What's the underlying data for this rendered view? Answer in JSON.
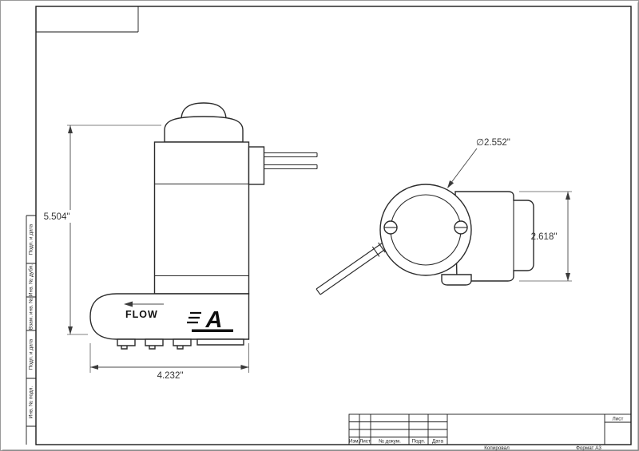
{
  "drawing": {
    "flow_label": "FLOW",
    "brand_letter": "A",
    "dim_height": "5.504\"",
    "dim_width": "4.232\"",
    "dim_diameter": "∅2.552\"",
    "dim_bracket_height": "2.618\""
  },
  "frame": {
    "stamps_left": [
      "Подп. и дата",
      "Инв. № дубл.",
      "Взам. инв. №",
      "Подп. и дата",
      "Инв. № подл."
    ],
    "title_block": {
      "sheet_label": "Лист",
      "columns": [
        "Изм.",
        "Лист",
        "№ докум.",
        "Подп.",
        "Дата"
      ],
      "copied_label": "Копировал",
      "format_label": "Формат A3"
    }
  }
}
